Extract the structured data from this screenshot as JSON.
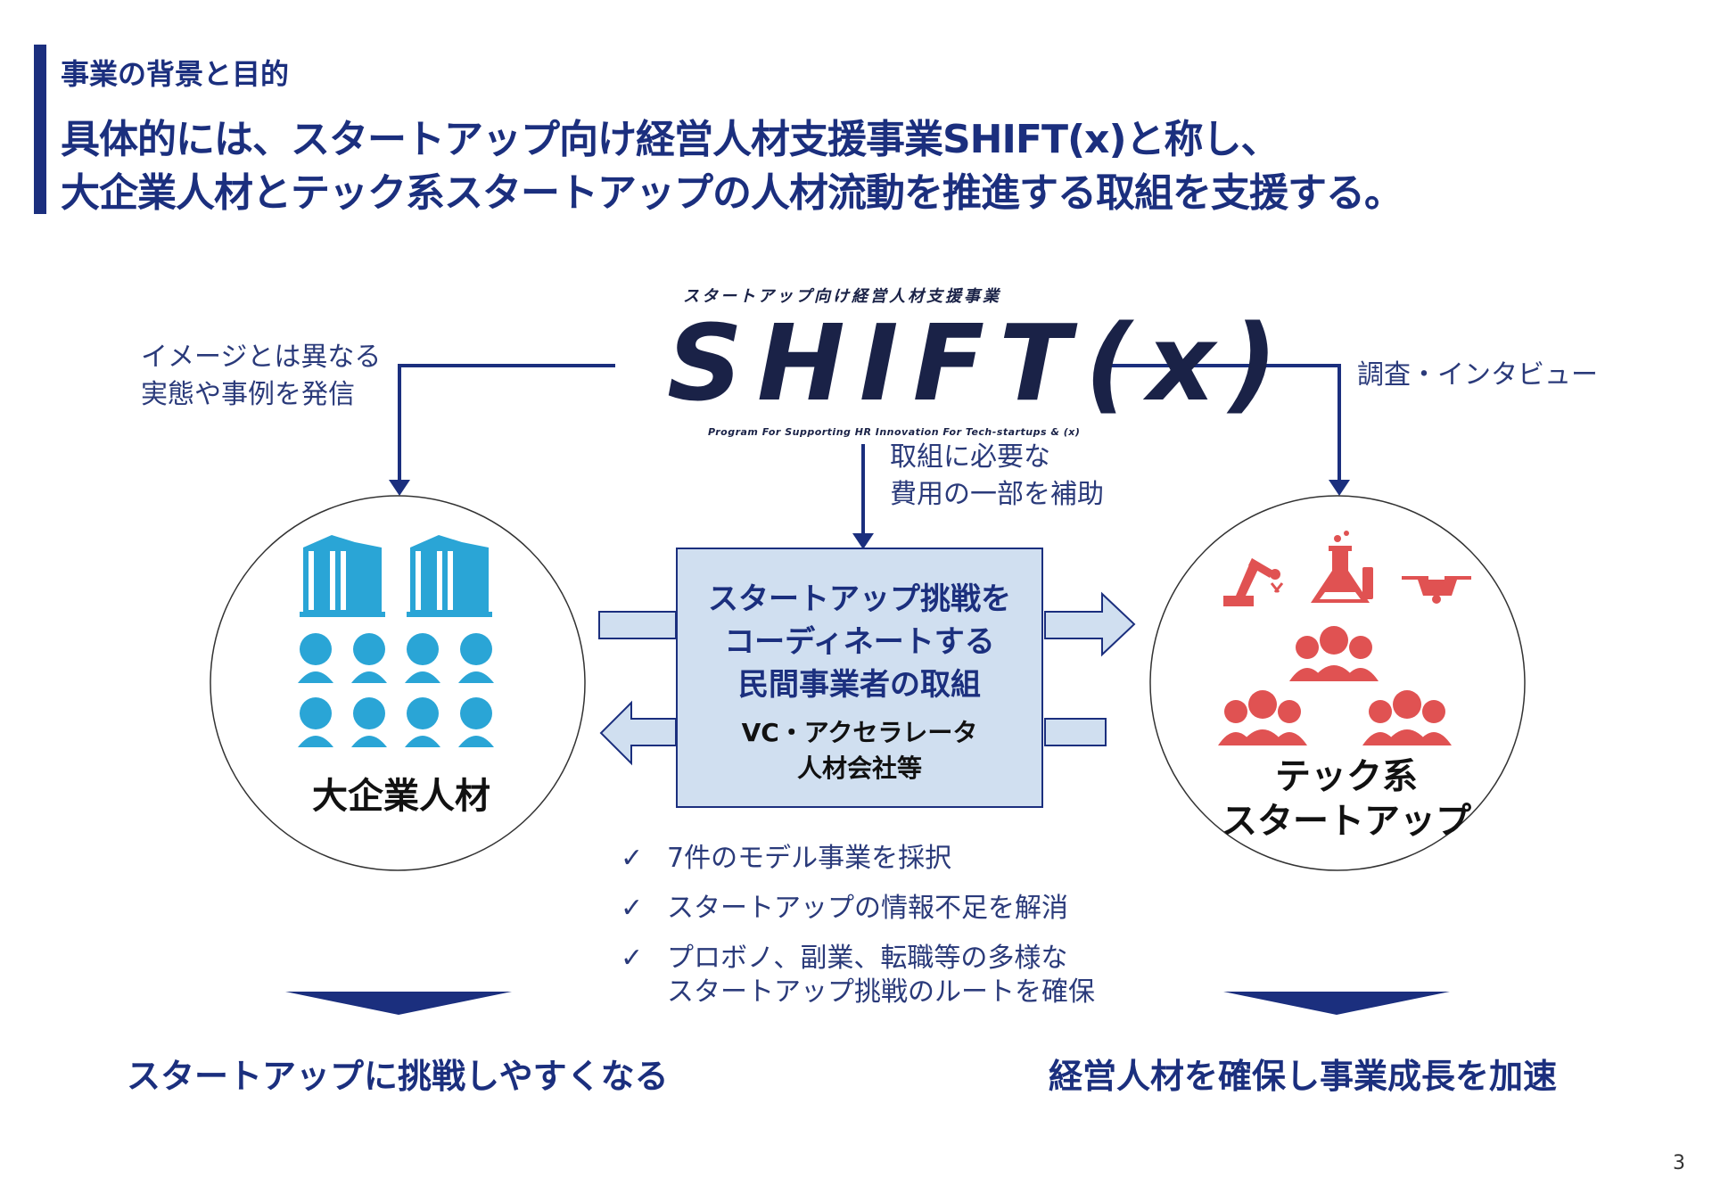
{
  "header": {
    "section": "事業の背景と目的",
    "headline_1": "具体的には、スタートアップ向け経営人材支援事業SHIFT(x)と称し、",
    "headline_2": "大企業人材とテック系スタートアップの人材流動を推進する取組を支援する。"
  },
  "logo": {
    "kicker": "スタートアップ向け経営人材支援事業",
    "wordmark": "SHIFT(x)",
    "subtitle": "Program For Supporting HR Innovation For Tech-startups & (x)"
  },
  "labels": {
    "left_lines": [
      "イメージとは異なる",
      "実態や事例を発信"
    ],
    "right": "調査・インタビュー",
    "center_lines": [
      "取組に必要な",
      "費用の一部を補助"
    ]
  },
  "center_box": {
    "main_lines": [
      "スタートアップ挑戦を",
      "コーディネートする",
      "民間事業者の取組"
    ],
    "sub_lines": [
      "VC・アクセラレータ",
      "人材会社等"
    ]
  },
  "left_circle": {
    "title": "大企業人材"
  },
  "right_circle": {
    "title_lines": [
      "テック系",
      "スタートアップ"
    ]
  },
  "checklist": [
    {
      "lines": [
        "7件のモデル事業を採択"
      ]
    },
    {
      "lines": [
        "スタートアップの情報不足を解消"
      ]
    },
    {
      "lines": [
        "プロボノ、副業、転職等の多様な",
        "スタートアップ挑戦のルートを確保"
      ]
    }
  ],
  "outcomes": {
    "left": "スタートアップに挑戦しやすくなる",
    "right": "経営人材を確保し事業成長を加速"
  },
  "page_number": "3",
  "colors": {
    "navy": "#1b2f7e",
    "blue_icon": "#2aa5d6",
    "red_icon": "#e05252",
    "box_fill": "#d0dff0"
  }
}
